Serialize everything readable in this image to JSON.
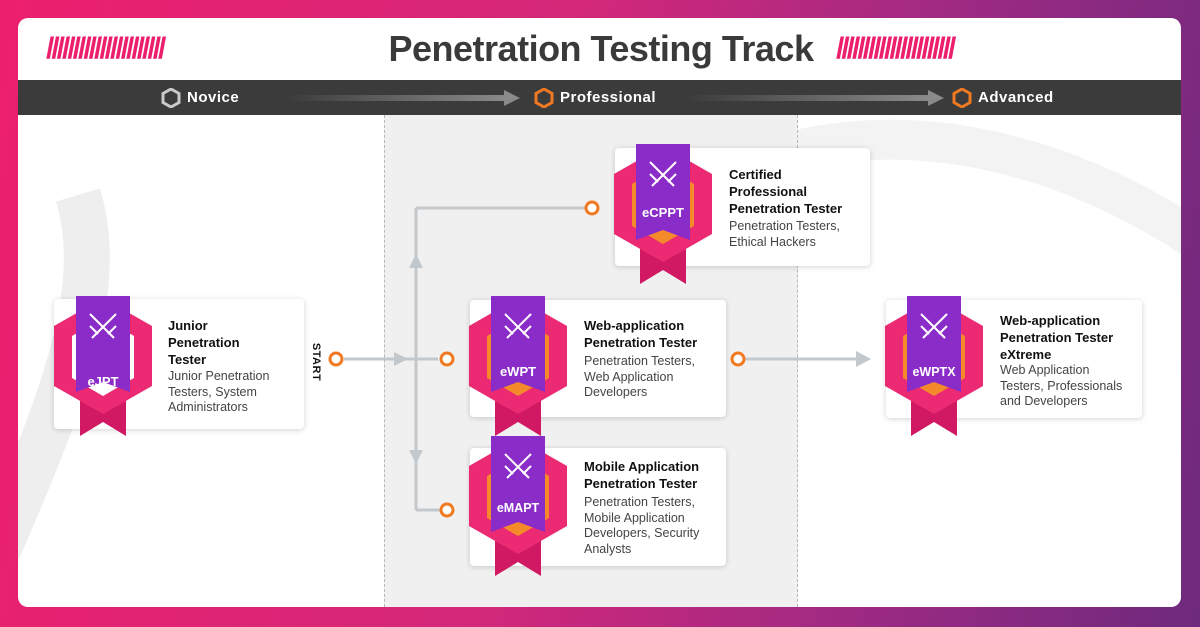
{
  "header": {
    "title": "Penetration Testing Track",
    "slashes": "//////////////////////"
  },
  "stages": [
    {
      "label": "Novice",
      "color": "#c9c9c9"
    },
    {
      "label": "Professional",
      "color": "#f07a22"
    },
    {
      "label": "Advanced",
      "color": "#f07a22"
    }
  ],
  "start_label": "START",
  "certifications": [
    {
      "code": "eJPT",
      "title": "Junior\nPenetration\nTester",
      "audience": "Junior Penetration\nTesters, System\nAdministrators"
    },
    {
      "code": "eCPPT",
      "title": "Certified\nProfessional\nPenetration Tester",
      "audience": "Penetration Testers,\nEthical Hackers"
    },
    {
      "code": "eWPT",
      "title": "Web-application\nPenetration Tester",
      "audience": "Penetration Testers,\nWeb Application\nDevelopers"
    },
    {
      "code": "eMAPT",
      "title": "Mobile Application\nPenetration Tester",
      "audience": "Penetration Testers,\nMobile Application\nDevelopers, Security\nAnalysts"
    },
    {
      "code": "eWPTX",
      "title": "Web-application\nPenetration Tester\neXtreme",
      "audience": "Web Application\nTesters, Professionals\nand Developers"
    }
  ],
  "colors": {
    "brand_pink": "#ec1f6d",
    "brand_purple": "#7b2cbf",
    "accent_orange": "#f07a22",
    "connector": "#c3c8cc",
    "bar": "#3b3b3b"
  },
  "icons": {
    "badge_emblem": "crossed-swords-icon",
    "stage_marker": "hexagon-icon",
    "node": "ring-node-icon"
  }
}
